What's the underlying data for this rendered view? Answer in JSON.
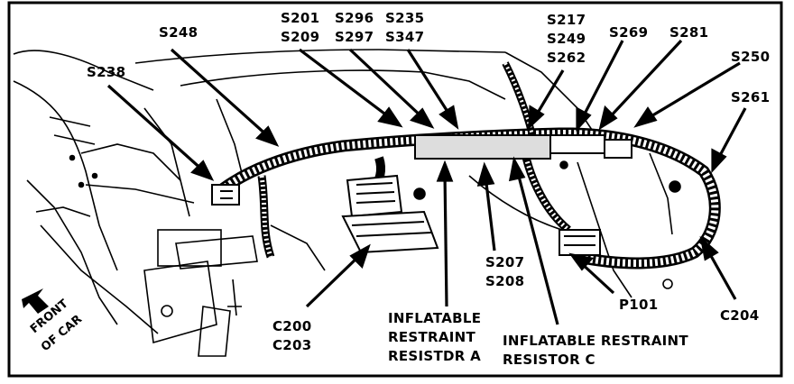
{
  "splices": {
    "s248": "S248",
    "s238": "S238",
    "s201": "S201",
    "s209": "S209",
    "s296": "S296",
    "s297": "S297",
    "s235": "S235",
    "s347": "S347",
    "s217": "S217",
    "s249": "S249",
    "s262": "S262",
    "s269": "S269",
    "s281": "S281",
    "s250": "S250",
    "s261": "S261",
    "s207": "S207",
    "s208": "S208"
  },
  "connectors": {
    "c200": "C200",
    "c203": "C203",
    "c204": "C204",
    "p101": "P101"
  },
  "resistors": {
    "a_line1": "INFLATABLE",
    "a_line2": "RESTRAINT",
    "a_line3": "RESISTDR A",
    "c_line1": "INFLATABLE RESTRAINT",
    "c_line2": "RESISTOR C"
  },
  "orientation": {
    "line1": "FRONT",
    "line2": "OF CAR"
  },
  "colors": {
    "ink": "#000000",
    "paper": "#ffffff"
  }
}
